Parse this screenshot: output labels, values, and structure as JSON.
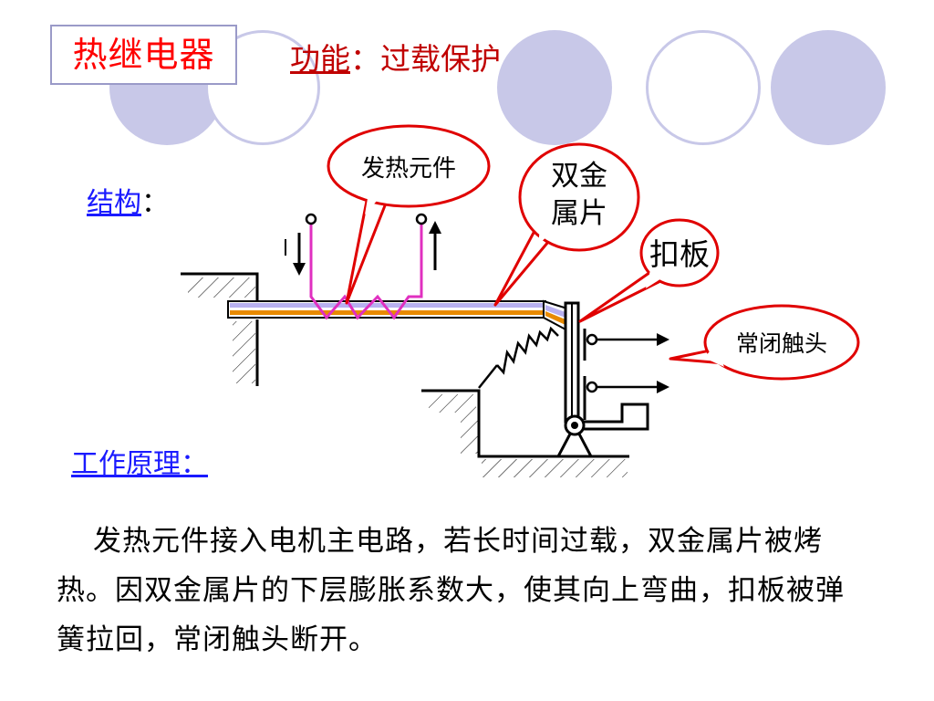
{
  "title": "热继电器",
  "function": {
    "label": "功能",
    "colon": "：",
    "value": "过载保护"
  },
  "structure": {
    "label": "结构",
    "colon": "："
  },
  "principle": {
    "label": "工作原理："
  },
  "callouts": {
    "heating_element": "发热元件",
    "bimetal_line1": "双金",
    "bimetal_line2": "属片",
    "latch_plate": "扣板",
    "nc_contact": "常闭触头"
  },
  "description": "发热元件接入电机主电路，若长时间过载，双金属片被烤热。因双金属片的下层膨胀系数大，使其向上弯曲，扣板被弹簧拉回，常闭触头断开。",
  "colors": {
    "title_red": "#ff0000",
    "function_red": "#c00000",
    "label_blue": "#1a1aff",
    "deco_circle": "#c8c8e8",
    "callout_border": "#e00000",
    "heater_pink": "#e030c0",
    "bimetal_orange": "#e88a00",
    "bimetal_violet": "#b8b0f0"
  }
}
